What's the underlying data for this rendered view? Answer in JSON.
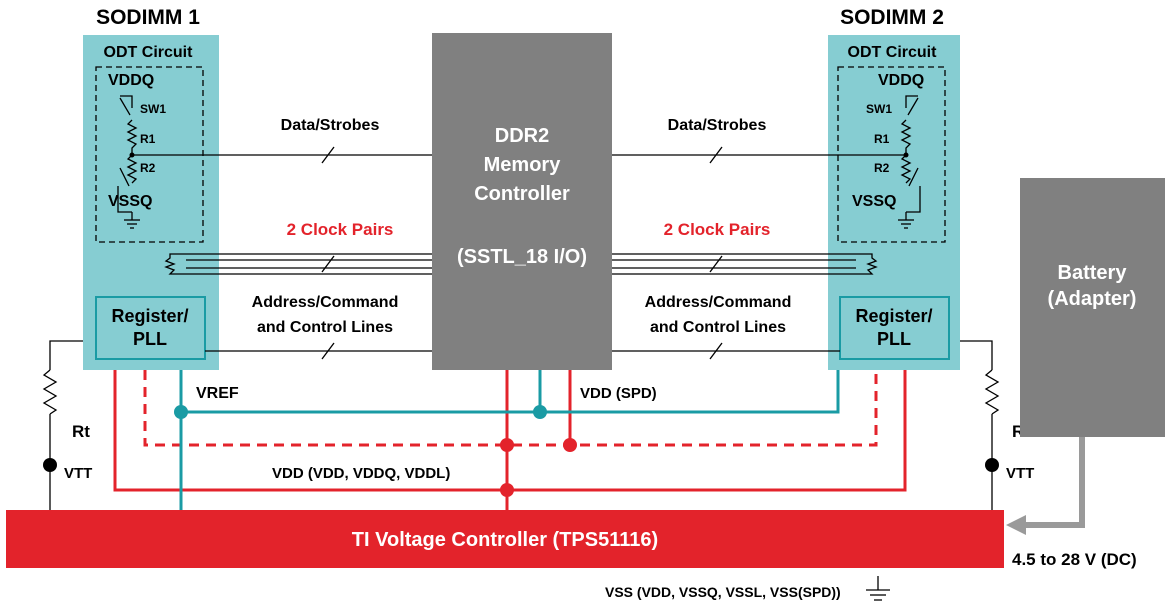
{
  "sodimm1": {
    "title": "SODIMM 1",
    "odt_title": "ODT Circuit",
    "vddq": "VDDQ",
    "sw1": "SW1",
    "r1": "R1",
    "r2": "R2",
    "vssq": "VSSQ",
    "register": [
      "Register/",
      "PLL"
    ]
  },
  "sodimm2": {
    "title": "SODIMM 2",
    "odt_title": "ODT Circuit",
    "vddq": "VDDQ",
    "sw1": "SW1",
    "r1": "R1",
    "r2": "R2",
    "vssq": "VSSQ",
    "register": [
      "Register/",
      "PLL"
    ]
  },
  "controller": {
    "lines": [
      "DDR2",
      "Memory",
      "Controller"
    ],
    "io": "(SSTL_18 I/O)"
  },
  "buses": {
    "data": "Data/Strobes",
    "clock": "2 Clock Pairs",
    "addr": [
      "Address/Command",
      "and Control Lines"
    ]
  },
  "battery": [
    "Battery",
    "(Adapter)"
  ],
  "voltage_controller": "TI Voltage Controller (TPS51116)",
  "input_voltage": "4.5 to 28 V (DC)",
  "rails": {
    "vref": "VREF",
    "vdd_spd": "VDD (SPD)",
    "vdd": "VDD (VDD, VDDQ, VDDL)",
    "vtt_left": "VTT",
    "vtt_right": "VTT",
    "rt_left": "Rt",
    "rt_right": "Rt",
    "vss": "VSS (VDD, VSSQ, VSSL, VSS(SPD))"
  },
  "colors": {
    "sodimm_fill": "#86cdd2",
    "teal": "#1a9ba4",
    "controller_fill": "#808080",
    "red": "#e3232b",
    "label_red": "#e3232b"
  }
}
